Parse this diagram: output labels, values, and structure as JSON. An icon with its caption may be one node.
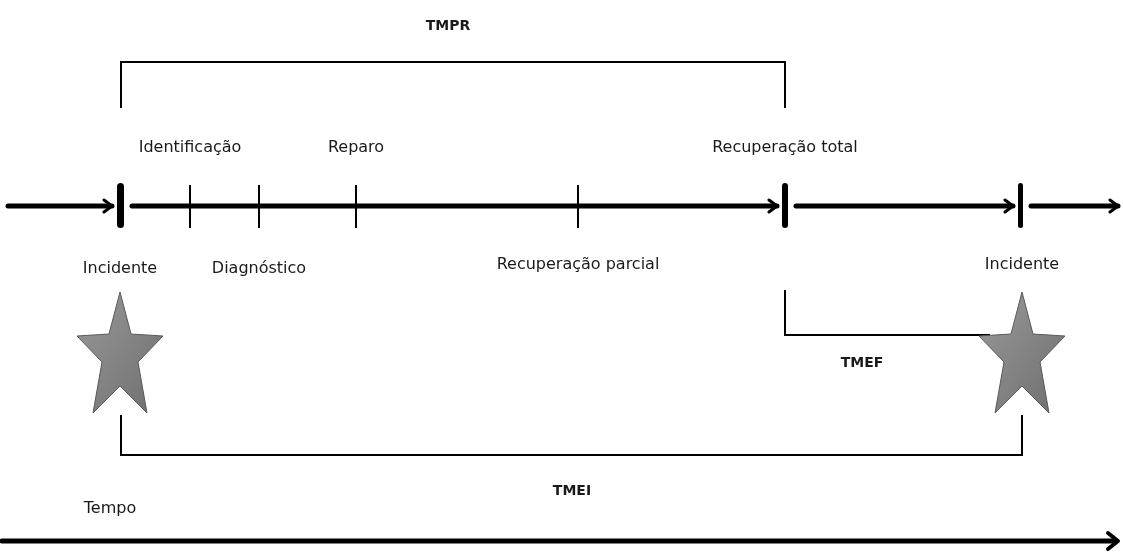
{
  "diagram": {
    "nodes": [
      {
        "text": [],
        "shape": "bar"
      },
      {
        "text": [],
        "shape": "bar",
        "beside": [
          "Recuperação total"
        ]
      },
      {
        "text": [],
        "shape": "bar"
      },
      {
        "text": [],
        "shape": "star"
      },
      {
        "text": [],
        "shape": "star"
      }
    ],
    "edges": [
      {
        "from": null,
        "to": 0,
        "arrow": "to"
      },
      {
        "from": 0,
        "to": 1,
        "arrow": "to"
      },
      {
        "from": 1,
        "to": 2,
        "arrow": "to"
      },
      {
        "from": 2,
        "to": null,
        "arrow": "to"
      }
    ],
    "labels": [
      "TMPR",
      "Identificação",
      "Reparo",
      "Incidente",
      "Diagnóstico",
      "Recuperação parcial",
      "Incidente",
      "TMEF",
      "TMEI",
      "Tempo"
    ]
  }
}
